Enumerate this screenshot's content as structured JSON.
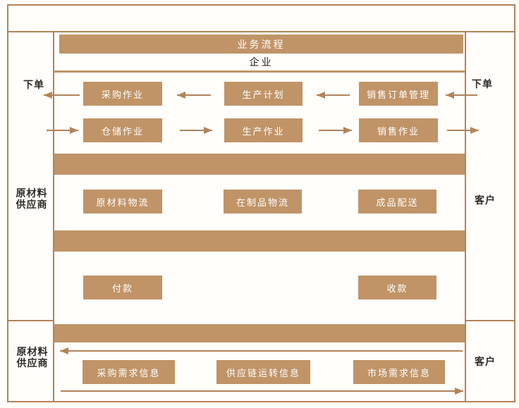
{
  "diagram": {
    "title_band": "业务流程",
    "enterprise": "企业"
  },
  "left_rail": {
    "order": "下单",
    "supplier_mid": [
      "原材料",
      "供应商"
    ],
    "supplier_bottom": [
      "原材料",
      "供应商"
    ]
  },
  "right_rail": {
    "order": "下单",
    "customer_mid": "客户",
    "customer_bottom": "客户"
  },
  "boxes": {
    "planning_row": [
      "采购作业",
      "生产计划",
      "销售订单管理"
    ],
    "operations_row": [
      "仓储作业",
      "生产作业",
      "销售作业"
    ],
    "logistics_row": [
      "原材料物流",
      "在制品物流",
      "成品配送"
    ],
    "money_row": [
      "付款",
      "收款"
    ],
    "info_row": [
      "采购需求信息",
      "供应链运转信息",
      "市场需求信息"
    ]
  },
  "colors": {
    "tan": "#C09467",
    "line": "#B2835A",
    "ink": "#2E2A26",
    "box-text": "#FFFFFF",
    "bg": "#FFFEFB"
  }
}
